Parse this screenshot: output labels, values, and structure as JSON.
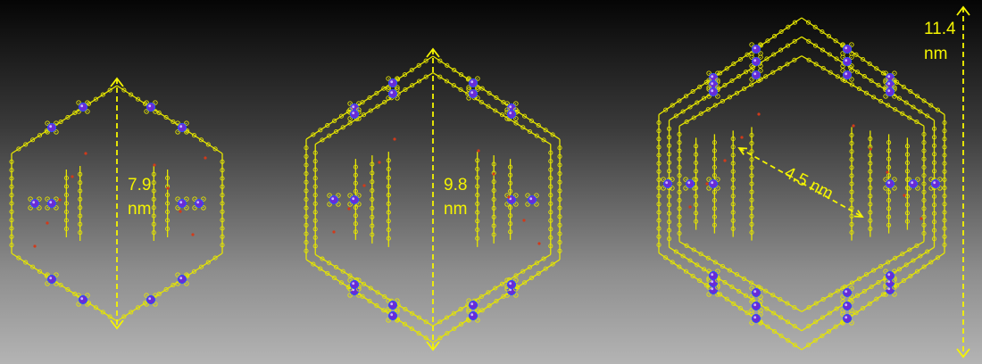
{
  "panels": [
    {
      "dimension_value": "7.9",
      "dimension_unit": "nm"
    },
    {
      "dimension_value": "9.8",
      "dimension_unit": "nm"
    },
    {
      "dimension_value": "11.4",
      "dimension_unit": "nm",
      "cavity_label": "4.5 nm"
    }
  ],
  "colors": {
    "framework": "#e6e600",
    "metal_node": "#6a2bd6",
    "node_highlight": "#2a50ff",
    "oxygen": "#d23a1a",
    "annotation": "#f5f500"
  }
}
